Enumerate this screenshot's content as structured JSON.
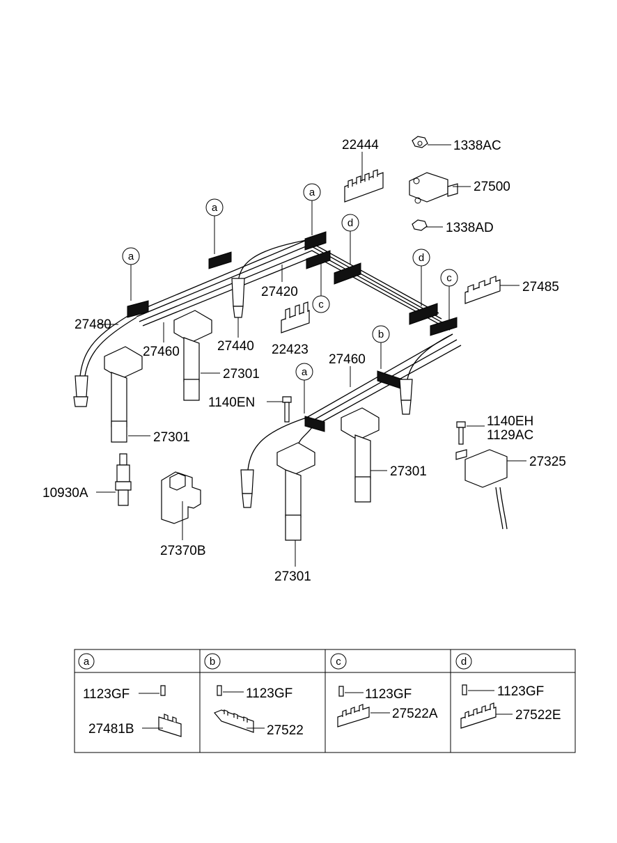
{
  "callouts": {
    "a": "a",
    "b": "b",
    "c": "c",
    "d": "d"
  },
  "parts": {
    "p22444": "22444",
    "p1338AC": "1338AC",
    "p27500": "27500",
    "p1338AD": "1338AD",
    "p27485": "27485",
    "p27420": "27420",
    "p27480": "27480",
    "p27460_left": "27460",
    "p27440": "27440",
    "p22423": "22423",
    "p27301_a": "27301",
    "p27460_right": "27460",
    "p1140EN": "1140EN",
    "p27301_b": "27301",
    "p1140EH": "1140EH",
    "p1129AC": "1129AC",
    "p27325": "27325",
    "p27301_c": "27301",
    "p10930A": "10930A",
    "p27370B": "27370B",
    "p27301_d": "27301"
  },
  "legend": {
    "a": {
      "letter": "a",
      "screw": "1123GF",
      "clip": "27481B"
    },
    "b": {
      "letter": "b",
      "screw": "1123GF",
      "clip": "27522"
    },
    "c": {
      "letter": "c",
      "screw": "1123GF",
      "clip": "27522A"
    },
    "d": {
      "letter": "d",
      "screw": "1123GF",
      "clip": "27522E"
    }
  }
}
